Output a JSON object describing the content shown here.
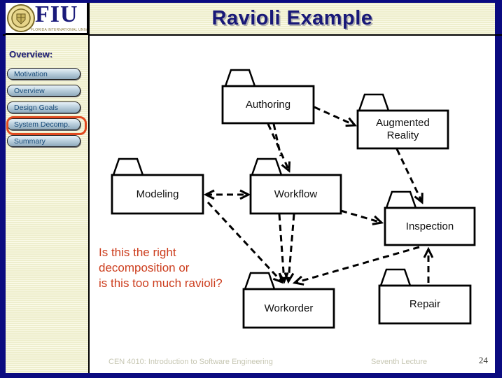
{
  "slide": {
    "title": "Ravioli Example"
  },
  "logo": {
    "acronym": "FIU",
    "caption": "FLORIDA INTERNATIONAL UNIVERSITY"
  },
  "sidebar": {
    "heading": "Overview:",
    "items": [
      {
        "label": "Motivation",
        "active": false
      },
      {
        "label": "Overview",
        "active": false
      },
      {
        "label": "Design Goals",
        "active": false
      },
      {
        "label": "System Decomp.",
        "active": true
      },
      {
        "label": "Summary",
        "active": false
      }
    ]
  },
  "diagram": {
    "packages": [
      {
        "id": "authoring",
        "label": "Authoring"
      },
      {
        "id": "augmented-reality",
        "label": "Augmented Reality"
      },
      {
        "id": "modeling",
        "label": "Modeling"
      },
      {
        "id": "workflow",
        "label": "Workflow"
      },
      {
        "id": "inspection",
        "label": "Inspection"
      },
      {
        "id": "workorder",
        "label": "Workorder"
      },
      {
        "id": "repair",
        "label": "Repair"
      }
    ],
    "dependencies": [
      {
        "from": "Authoring",
        "to": "Augmented Reality"
      },
      {
        "from": "Authoring",
        "to": "Workflow"
      },
      {
        "from": "Modeling",
        "to": "Workflow",
        "bidirectional": true
      },
      {
        "from": "Modeling",
        "to": "Workorder"
      },
      {
        "from": "Workflow",
        "to": "Workorder"
      },
      {
        "from": "Workflow",
        "to": "Inspection"
      },
      {
        "from": "Augmented Reality",
        "to": "Inspection"
      },
      {
        "from": "Inspection",
        "to": "Workorder"
      },
      {
        "from": "Repair",
        "to": "Inspection"
      }
    ],
    "annotation": {
      "line1": "Is this the right",
      "line2": "decomposition or",
      "line3": "is this too much ravioli?"
    }
  },
  "footer": {
    "course": "CEN 4010: Introduction to Software Engineering",
    "lecture": "Seventh Lecture",
    "page": "24"
  },
  "colors": {
    "frame_navy": "#0b0b80",
    "title_navy": "#181878",
    "stripe_cream": "#eeeecd",
    "highlight_orange": "#e0491f",
    "annotation_red": "#cc3d1d",
    "footer_gray": "#c6c6b2"
  }
}
